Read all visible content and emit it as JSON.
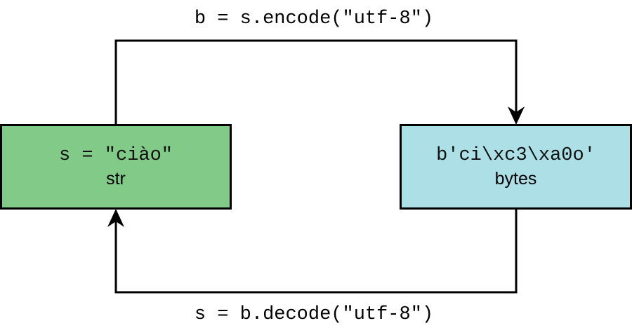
{
  "encode_label": "b = s.encode(\"utf-8\")",
  "decode_label": "s = b.decode(\"utf-8\")",
  "str_node": {
    "code": "s = \"ciào\"",
    "type": "str",
    "fill": "#82ca88"
  },
  "bytes_node": {
    "code": "b'ci\\xc3\\xa0o'",
    "type": "bytes",
    "fill": "#ade0e6"
  }
}
